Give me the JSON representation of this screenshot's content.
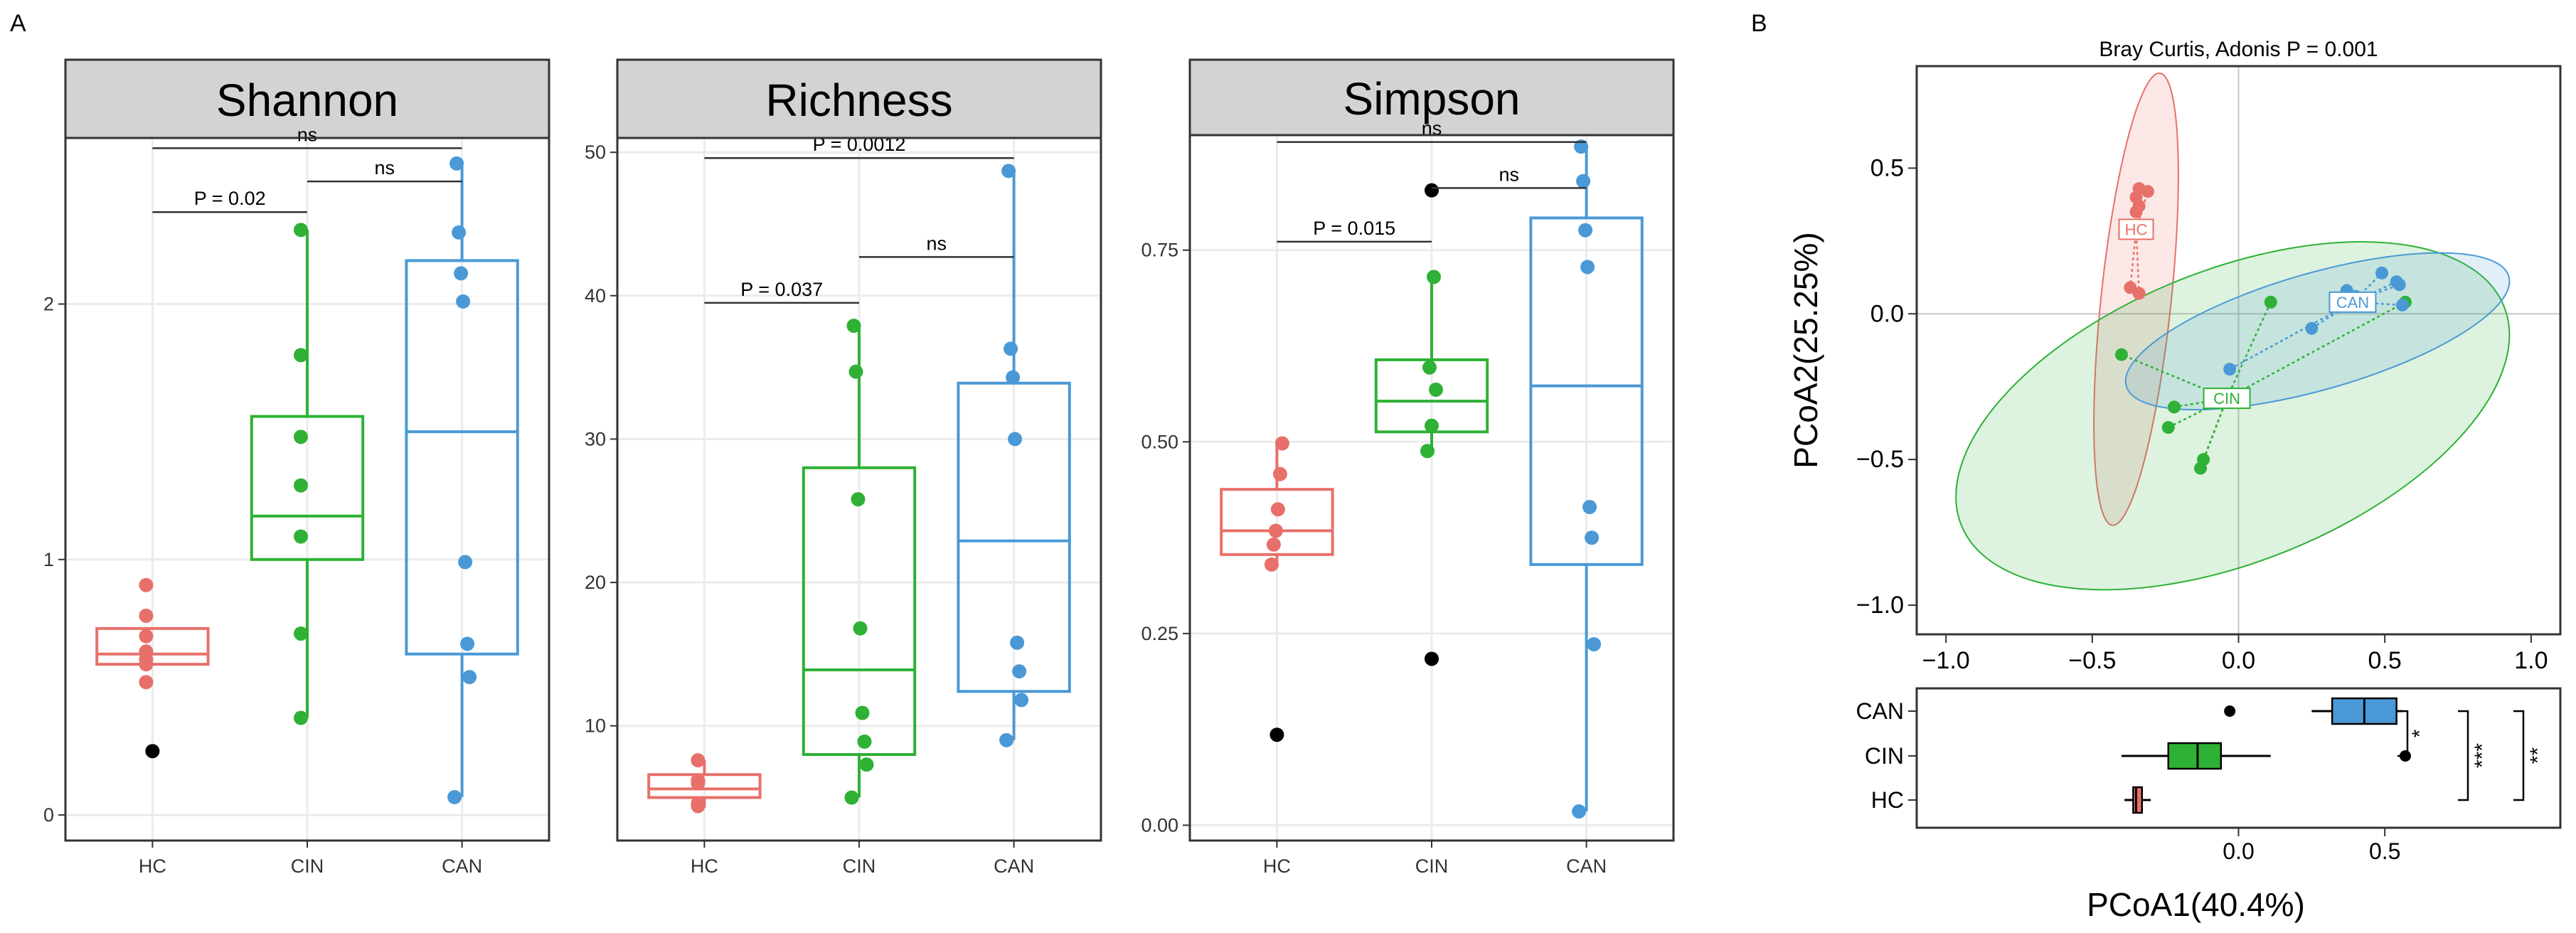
{
  "panel_labels": {
    "a": "A",
    "b": "B"
  },
  "colors": {
    "HC": "#E8706A",
    "CIN": "#2EB135",
    "CAN": "#4A99D6",
    "outlier": "#000000",
    "strip_bg": "#D3D3D3",
    "grid": "#EBEBEB"
  },
  "chart_data": [
    {
      "type": "box",
      "title": "Shannon",
      "categories": [
        "HC",
        "CIN",
        "CAN"
      ],
      "ylim": [
        -0.1,
        2.65
      ],
      "yticks": [
        0,
        1,
        2
      ],
      "ytick_labels": [
        "0",
        "1",
        "2"
      ],
      "boxes": [
        {
          "group": "HC",
          "q1": 0.59,
          "median": 0.63,
          "q3": 0.73,
          "whisker_low": null,
          "whisker_high": null,
          "points": [
            0.52,
            0.59,
            0.61,
            0.64,
            0.7,
            0.78,
            0.9
          ],
          "outliers": [
            0.25
          ]
        },
        {
          "group": "CIN",
          "q1": 1.0,
          "median": 1.17,
          "q3": 1.56,
          "whisker_low": 0.38,
          "whisker_high": 2.29,
          "points": [
            0.38,
            0.71,
            1.09,
            1.29,
            1.48,
            1.8,
            2.29
          ],
          "outliers": []
        },
        {
          "group": "CAN",
          "q1": 0.63,
          "median": 1.5,
          "q3": 2.17,
          "whisker_low": 0.07,
          "whisker_high": 2.55,
          "points": [
            0.07,
            0.54,
            0.67,
            0.99,
            2.01,
            2.12,
            2.28,
            2.55
          ],
          "outliers": []
        }
      ],
      "comparisons": [
        {
          "from": "HC",
          "to": "CIN",
          "label": "P = 0.02",
          "y": 2.36
        },
        {
          "from": "CIN",
          "to": "CAN",
          "label": "ns",
          "y": 2.48
        },
        {
          "from": "HC",
          "to": "CAN",
          "label": "ns",
          "y": 2.61
        }
      ]
    },
    {
      "type": "box",
      "title": "Richness",
      "categories": [
        "HC",
        "CIN",
        "CAN"
      ],
      "ylim": [
        2,
        51
      ],
      "yticks": [
        10,
        20,
        30,
        40,
        50
      ],
      "ytick_labels": [
        "10",
        "20",
        "30",
        "40",
        "50"
      ],
      "boxes": [
        {
          "group": "HC",
          "q1": 5.0,
          "median": 5.6,
          "q3": 6.6,
          "whisker_low": 4.3,
          "whisker_high": 7.6,
          "points": [
            4.4,
            4.6,
            6.0,
            6.1,
            6.1,
            6.2,
            7.6
          ],
          "outliers": []
        },
        {
          "group": "CIN",
          "q1": 8.0,
          "median": 13.9,
          "q3": 28.0,
          "whisker_low": 5.0,
          "whisker_high": 37.9,
          "points": [
            5.0,
            7.3,
            8.9,
            10.9,
            16.8,
            25.8,
            34.7,
            37.9
          ],
          "outliers": []
        },
        {
          "group": "CAN",
          "q1": 12.4,
          "median": 22.9,
          "q3": 33.9,
          "whisker_low": 9.0,
          "whisker_high": 48.7,
          "points": [
            9.0,
            11.8,
            13.8,
            15.8,
            30.0,
            34.3,
            36.3,
            48.7
          ],
          "outliers": []
        }
      ],
      "comparisons": [
        {
          "from": "HC",
          "to": "CIN",
          "label": "P = 0.037",
          "y": 39.5
        },
        {
          "from": "CIN",
          "to": "CAN",
          "label": "ns",
          "y": 42.7
        },
        {
          "from": "HC",
          "to": "CAN",
          "label": "P = 0.0012",
          "y": 49.6
        }
      ]
    },
    {
      "type": "box",
      "title": "Simpson",
      "categories": [
        "HC",
        "CIN",
        "CAN"
      ],
      "ylim": [
        -0.02,
        0.9
      ],
      "yticks": [
        0.0,
        0.25,
        0.5,
        0.75
      ],
      "ytick_labels": [
        "0.00",
        "0.25",
        "0.50",
        "0.75"
      ],
      "boxes": [
        {
          "group": "HC",
          "q1": 0.353,
          "median": 0.384,
          "q3": 0.438,
          "whisker_low": 0.337,
          "whisker_high": 0.498,
          "points": [
            0.34,
            0.366,
            0.384,
            0.412,
            0.458,
            0.498
          ],
          "outliers": [
            0.118
          ]
        },
        {
          "group": "CIN",
          "q1": 0.513,
          "median": 0.553,
          "q3": 0.607,
          "whisker_low": 0.488,
          "whisker_high": 0.715,
          "points": [
            0.488,
            0.521,
            0.568,
            0.597,
            0.715
          ],
          "outliers": [
            0.217,
            0.828
          ]
        },
        {
          "group": "CAN",
          "q1": 0.34,
          "median": 0.573,
          "q3": 0.792,
          "whisker_low": 0.018,
          "whisker_high": 0.885,
          "points": [
            0.018,
            0.236,
            0.375,
            0.415,
            0.728,
            0.776,
            0.84,
            0.885
          ],
          "outliers": []
        }
      ],
      "comparisons": [
        {
          "from": "HC",
          "to": "CIN",
          "label": "P = 0.015",
          "y": 0.761
        },
        {
          "from": "CIN",
          "to": "CAN",
          "label": "ns",
          "y": 0.831
        },
        {
          "from": "HC",
          "to": "CAN",
          "label": "ns",
          "y": 0.891
        }
      ]
    },
    {
      "type": "scatter",
      "title": "Bray Curtis, Adonis P = 0.001",
      "xlabel": "PCoA1(40.4%)",
      "ylabel": "PCoA2(25.25%)",
      "xlim": [
        -1.1,
        1.1
      ],
      "ylim": [
        -1.1,
        0.85
      ],
      "xticks": [
        -1.0,
        -0.5,
        0.0,
        0.5,
        1.0
      ],
      "xtick_labels": [
        "−1.0",
        "−0.5",
        "0.0",
        "0.5",
        "1.0"
      ],
      "yticks": [
        -1.0,
        -0.5,
        0.0,
        0.5
      ],
      "ytick_labels": [
        "−1.0",
        "−0.5",
        "0.0",
        "0.5"
      ],
      "centroids": [
        {
          "group": "HC",
          "x": -0.35,
          "y": 0.29
        },
        {
          "group": "CIN",
          "x": -0.04,
          "y": -0.29
        },
        {
          "group": "CAN",
          "x": 0.39,
          "y": 0.04
        }
      ],
      "series": [
        {
          "name": "HC",
          "points": [
            [
              -0.34,
              0.43
            ],
            [
              -0.31,
              0.42
            ],
            [
              -0.35,
              0.4
            ],
            [
              -0.34,
              0.37
            ],
            [
              -0.35,
              0.35
            ],
            [
              -0.37,
              0.09
            ],
            [
              -0.34,
              0.07
            ]
          ]
        },
        {
          "name": "CIN",
          "points": [
            [
              -0.4,
              -0.14
            ],
            [
              -0.22,
              -0.32
            ],
            [
              -0.24,
              -0.39
            ],
            [
              -0.12,
              -0.5
            ],
            [
              -0.13,
              -0.53
            ],
            [
              0.11,
              0.04
            ],
            [
              0.57,
              0.04
            ]
          ]
        },
        {
          "name": "CAN",
          "points": [
            [
              -0.03,
              -0.19
            ],
            [
              0.25,
              -0.05
            ],
            [
              0.37,
              0.08
            ],
            [
              0.4,
              0.06
            ],
            [
              0.49,
              0.14
            ],
            [
              0.54,
              0.11
            ],
            [
              0.55,
              0.1
            ],
            [
              0.56,
              0.03
            ]
          ]
        }
      ],
      "ellipses": [
        {
          "group": "HC",
          "cx": -0.35,
          "cy": 0.05,
          "rx": 0.12,
          "ry": 0.78,
          "angle": -6
        },
        {
          "group": "CIN",
          "cx": -0.02,
          "cy": -0.35,
          "rx": 1.0,
          "ry": 0.5,
          "angle": 22
        },
        {
          "group": "CAN",
          "cx": 0.27,
          "cy": -0.06,
          "rx": 0.68,
          "ry": 0.2,
          "angle": 16
        }
      ]
    },
    {
      "type": "box",
      "orientation": "horizontal",
      "categories": [
        "HC",
        "CIN",
        "CAN"
      ],
      "xlim": [
        -1.1,
        1.1
      ],
      "xticks": [
        0.0,
        0.5
      ],
      "xtick_labels": [
        "0.0",
        "0.5"
      ],
      "boxes": [
        {
          "group": "HC",
          "q1": -0.36,
          "median": -0.35,
          "q3": -0.33,
          "whisker_low": -0.39,
          "whisker_high": -0.3,
          "outliers": []
        },
        {
          "group": "CIN",
          "q1": -0.24,
          "median": -0.14,
          "q3": -0.06,
          "whisker_low": -0.4,
          "whisker_high": 0.11,
          "outliers": [
            0.57
          ]
        },
        {
          "group": "CAN",
          "q1": 0.32,
          "median": 0.43,
          "q3": 0.54,
          "whisker_low": 0.25,
          "whisker_high": 0.56,
          "outliers": [
            -0.03
          ]
        }
      ],
      "comparisons": [
        {
          "from": "CIN",
          "to": "CAN",
          "label": "*"
        },
        {
          "from": "HC",
          "to": "CAN",
          "label": "***"
        },
        {
          "from": "HC",
          "to": "CAN",
          "label": "**",
          "outer": true
        }
      ]
    }
  ]
}
